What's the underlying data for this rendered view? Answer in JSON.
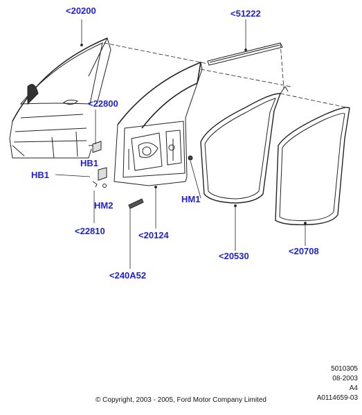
{
  "callouts": {
    "door_shell": "<20200",
    "belt_moulding": "<51222",
    "hinge_upper": "<22800",
    "hinge_bolt_upper": "HB1",
    "hinge_bolt_lower": "HB1",
    "hinge_nut_lower": "HM2",
    "hinge_lower": "<22810",
    "door_inner": "<20124",
    "door_seal_body": "<20530",
    "door_seal_door": "<20708",
    "check_strap": "<240A52",
    "nut_hm1": "HM1"
  },
  "meta": {
    "line1": "5010305",
    "line2": "08-2003",
    "line3": "A4",
    "line4": "A0114659-03"
  },
  "copyright": "© Copyright, 2003 - 2005, Ford Motor Company Limited"
}
